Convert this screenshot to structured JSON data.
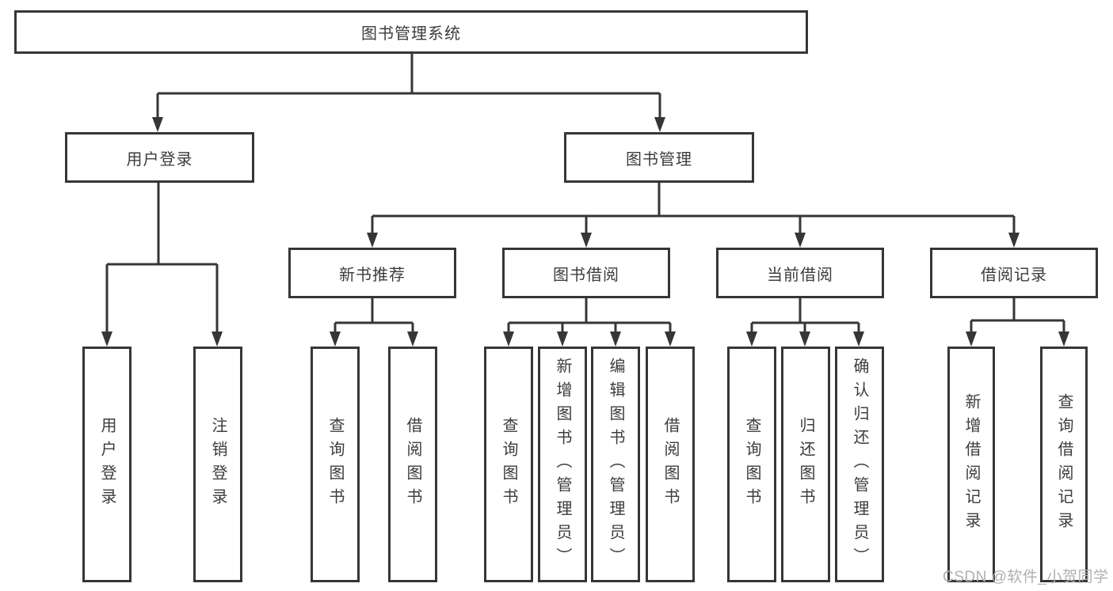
{
  "title": "图书管理系统",
  "tree": {
    "root": {
      "label": "图书管理系统"
    },
    "branches": [
      {
        "label": "用户登录",
        "children": [
          {
            "label": "用户登录"
          },
          {
            "label": "注销登录"
          }
        ]
      },
      {
        "label": "图书管理",
        "children": [
          {
            "label": "新书推荐",
            "children": [
              {
                "label": "查询图书"
              },
              {
                "label": "借阅图书"
              }
            ]
          },
          {
            "label": "图书借阅",
            "children": [
              {
                "label": "查询图书"
              },
              {
                "label": "新增图书（管理员）"
              },
              {
                "label": "编辑图书（管理员）"
              },
              {
                "label": "借阅图书"
              }
            ]
          },
          {
            "label": "当前借阅",
            "children": [
              {
                "label": "查询图书"
              },
              {
                "label": "归还图书"
              },
              {
                "label": "确认归还（管理员）"
              }
            ]
          },
          {
            "label": "借阅记录",
            "children": [
              {
                "label": "新增借阅记录"
              },
              {
                "label": "查询借阅记录"
              }
            ]
          }
        ]
      }
    ]
  },
  "watermark": "CSDN @软件_小贺同学",
  "colors": {
    "line": "#363636",
    "text": "#3c3c3c",
    "watermark": "#b0b0b0",
    "background": "#ffffff"
  }
}
